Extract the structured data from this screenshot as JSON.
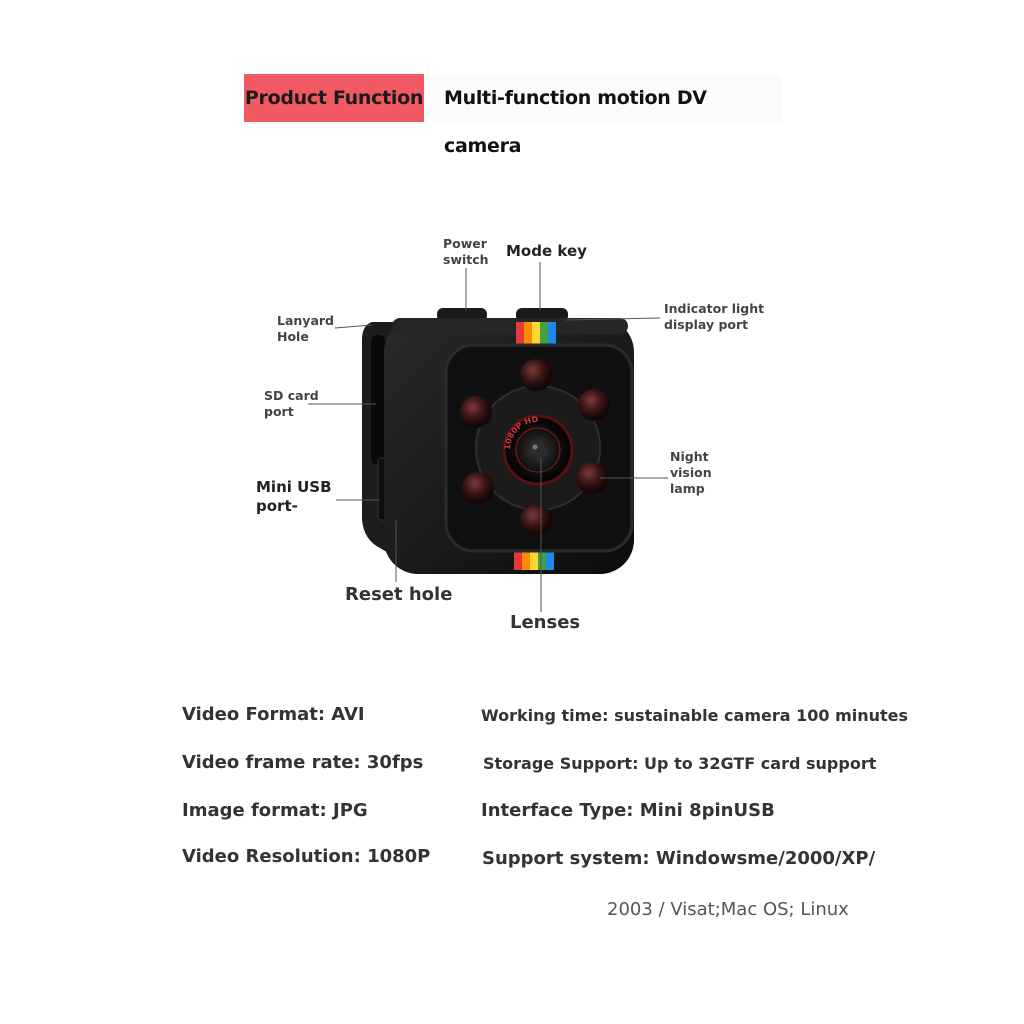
{
  "header": {
    "badge": "Product Function",
    "title": "Multi-function motion DV camera"
  },
  "labels": {
    "power_switch": "Power switch",
    "mode_key": "Mode key",
    "indicator": "Indicator light display port",
    "lanyard": "Lanyard Hole",
    "sd_card": "SD card port",
    "mini_usb": "Mini USB port-",
    "night_vision": "Night vision lamp",
    "reset_hole": "Reset hole",
    "lenses": "Lenses"
  },
  "lens_ring_text": "1080P HD",
  "specs": {
    "left": [
      "Video Format: AVI",
      "Video frame rate: 30fps",
      "Image format: JPG",
      "Video Resolution: 1080P"
    ],
    "right": [
      "Working time: sustainable camera 100 minutes",
      "Storage Support: Up to 32GTF card support",
      "Interface Type: Mini 8pinUSB",
      "Support system: Windowsme/2000/XP/"
    ],
    "right_continued": "2003 / Visat;Mac OS; Linux"
  },
  "colors": {
    "badge": "#f25a63",
    "camera_body": "#151515",
    "rainbow": [
      "#e53935",
      "#fb8c00",
      "#fdd835",
      "#43a047",
      "#1e88e5"
    ]
  }
}
